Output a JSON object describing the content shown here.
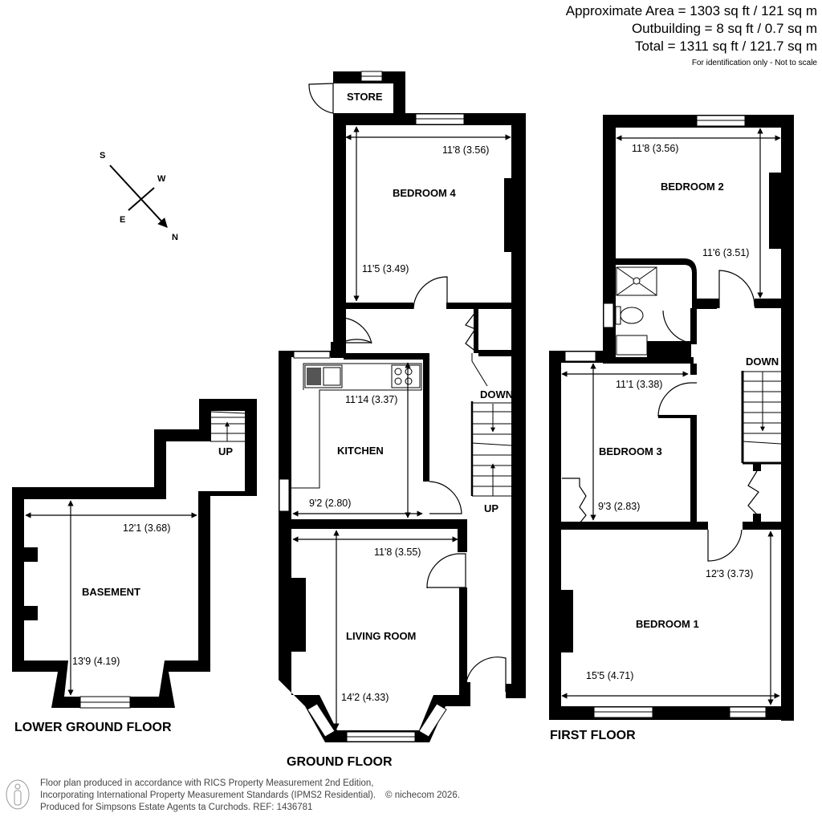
{
  "area_summary": {
    "approximate_area": "Approximate Area = 1303 sq ft / 121 sq m",
    "outbuilding": "Outbuilding = 8 sq ft / 0.7 sq m",
    "total": "Total = 1311 sq ft / 121.7 sq m",
    "disclaimer": "For identification only - Not to scale"
  },
  "compass": {
    "south": "S",
    "west": "W",
    "east": "E",
    "north": "N"
  },
  "floors": {
    "lower_ground": {
      "label": "LOWER GROUND FLOOR",
      "rooms": {
        "basement": {
          "name": "BASEMENT",
          "width": "12'1 (3.68)",
          "length": "13'9 (4.19)"
        }
      },
      "stairs": {
        "up": "UP"
      }
    },
    "ground": {
      "label": "GROUND FLOOR",
      "rooms": {
        "store": {
          "name": "STORE"
        },
        "bedroom4": {
          "name": "BEDROOM 4",
          "width": "11'8 (3.56)",
          "length": "11'5 (3.49)"
        },
        "kitchen": {
          "name": "KITCHEN",
          "width": "9'2 (2.80)",
          "length": "11'14 (3.37)"
        },
        "living_room": {
          "name": "LIVING ROOM",
          "width": "11'8 (3.55)",
          "length": "14'2 (4.33)"
        }
      },
      "stairs": {
        "down": "DOWN",
        "up": "UP"
      }
    },
    "first": {
      "label": "FIRST FLOOR",
      "rooms": {
        "bedroom2": {
          "name": "BEDROOM 2",
          "width": "11'8 (3.56)",
          "length": "11'6 (3.51)"
        },
        "bedroom3": {
          "name": "BEDROOM 3",
          "width": "11'1 (3.38)",
          "length": "9'3 (2.83)"
        },
        "bedroom1": {
          "name": "BEDROOM 1",
          "width": "15'5 (4.71)",
          "length": "12'3 (3.73)"
        }
      },
      "stairs": {
        "down": "DOWN"
      }
    }
  },
  "footer": {
    "line1": "Floor plan produced in accordance with RICS Property Measurement 2nd Edition,",
    "line2": "Incorporating International Property Measurement Standards (IPMS2 Residential).",
    "copyright": "© nichecom 2026.",
    "line3": "Produced for Simpsons Estate Agents ta Curchods.   REF: 1436781"
  },
  "colors": {
    "wall": "#000000",
    "background": "#ffffff",
    "footer_text": "#444444"
  }
}
